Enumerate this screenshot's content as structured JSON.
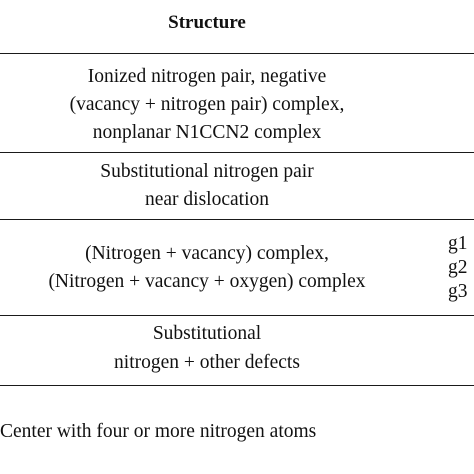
{
  "table": {
    "header": "Structure",
    "rows": [
      {
        "lines": [
          "Ionized nitrogen pair, negative",
          "(vacancy + nitrogen pair) complex,",
          "nonplanar N1CCN2  complex"
        ]
      },
      {
        "lines": [
          "Substitutional nitrogen pair",
          "near dislocation"
        ]
      },
      {
        "lines": [
          "(Nitrogen + vacancy) complex,",
          "(Nitrogen + vacancy + oxygen) complex"
        ],
        "side": [
          "g1",
          "g2",
          "g3"
        ]
      },
      {
        "lines": [
          "Substitutional",
          "nitrogen + other defects"
        ]
      }
    ],
    "footer": "Center with four or more nitrogen atoms"
  }
}
